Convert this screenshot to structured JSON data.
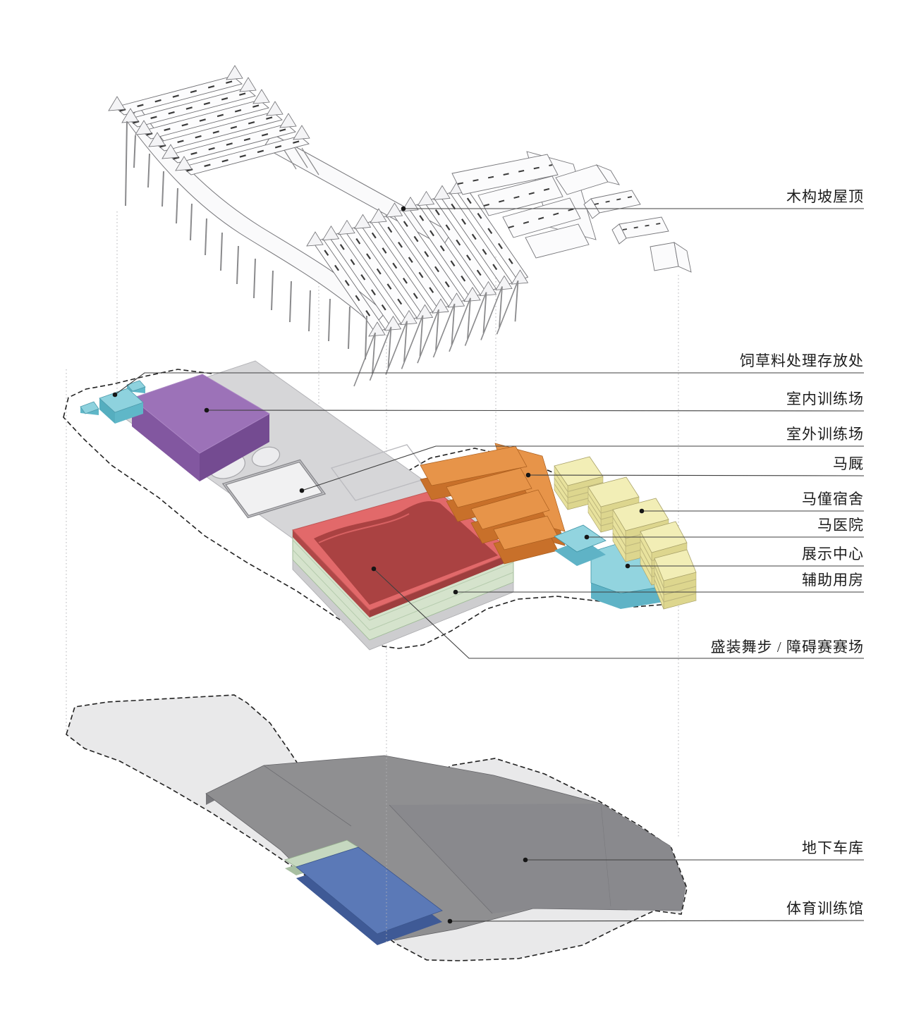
{
  "page": {
    "kind": "architectural exploded axonometric diagram",
    "background": "#ffffff"
  },
  "labels": [
    {
      "id": "timber-pitched-roof",
      "text": "木构坡屋顶"
    },
    {
      "id": "forage-processing-storage",
      "text": "饲草料处理存放处"
    },
    {
      "id": "indoor-training-arena",
      "text": "室内训练场"
    },
    {
      "id": "outdoor-training-arena",
      "text": "室外训练场"
    },
    {
      "id": "stables",
      "text": "马厩"
    },
    {
      "id": "groom-dormitory",
      "text": "马僮宿舍"
    },
    {
      "id": "horse-hospital",
      "text": "马医院"
    },
    {
      "id": "exhibition-center",
      "text": "展示中心"
    },
    {
      "id": "auxiliary-rooms",
      "text": "辅助用房"
    },
    {
      "id": "dressage-jumping-arena",
      "text": "盛装舞步 / 障碍赛赛场"
    },
    {
      "id": "underground-garage",
      "text": "地下车库"
    },
    {
      "id": "sports-training-hall",
      "text": "体育训练馆"
    }
  ],
  "colors": {
    "indoor_arena_purple": "#9c72b8",
    "forage_cyan": "#8ed2de",
    "stable_orange": "#e79449",
    "dormitory_yellow": "#f2eeb6",
    "hospital_exhibition_cyan": "#92d4df",
    "main_arena_red": "#e2696a",
    "auxiliary_green": "#d5e3cc",
    "garage_gray": "#8f8f91",
    "sports_hall_blue": "#5b79b7",
    "site_gray": "#e9e9ea",
    "leader_line": "#3f3f3f"
  }
}
